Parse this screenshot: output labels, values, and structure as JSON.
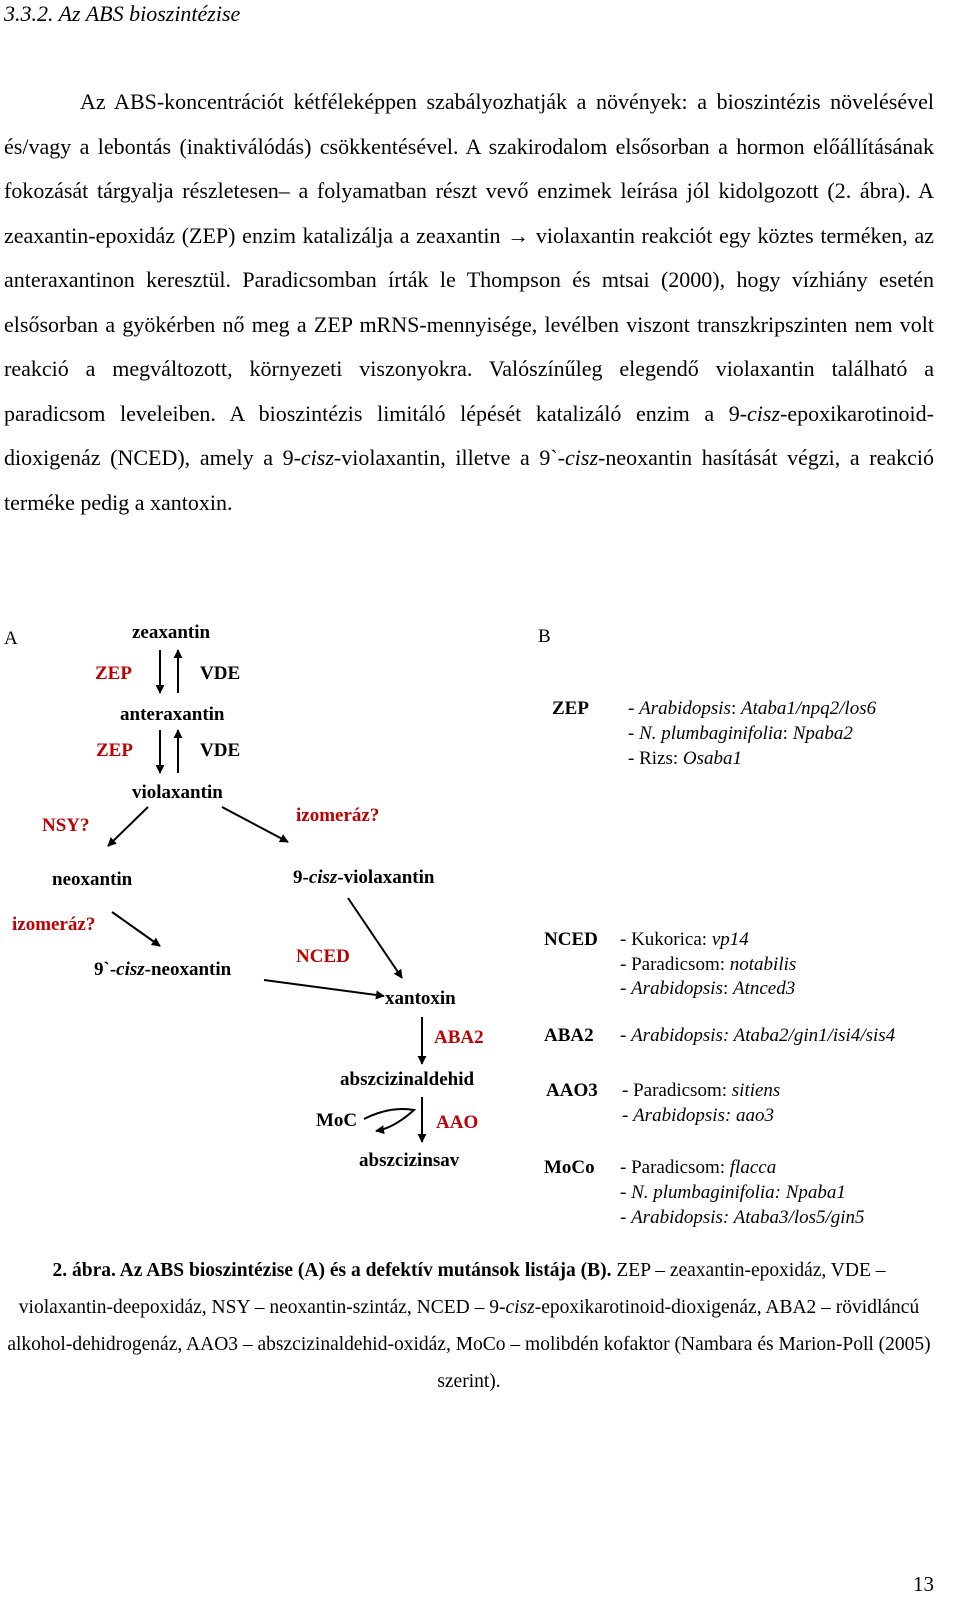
{
  "heading": "3.3.2. Az ABS bioszintézise",
  "paragraph": [
    {
      "t": "Az ABS-koncentrációt kétféleképpen szabályozhatják a növények: a bioszintézis növelésével és/vagy a lebontás (inaktiválódás) csökkentésével. A szakirodalom elsősorban a hormon előállításának fokozását tárgyalja részletesen– a folyamatban részt vevő enzimek leírása jól kidolgozott (2. ábra). A zeaxantin-epoxidáz (ZEP) enzim katalizálja a zeaxantin → violaxantin reakciót egy köztes terméken, az anteraxantinon keresztül. Paradicsomban írták le Thompson és mtsai (2000), hogy vízhiány esetén elsősorban a gyökérben nő meg a ZEP mRNS-mennyisége, levélben viszont transzkripszinten nem volt reakció a megváltozott, környezeti viszonyokra. Valószínűleg elegendő violaxantin található a paradicsom leveleiben. A bioszintézis limitáló lépését katalizáló enzim a 9-",
      "i": false
    },
    {
      "t": "cisz",
      "i": true
    },
    {
      "t": "-epoxikarotinoid-dioxigenáz (NCED), amely a 9-",
      "i": false
    },
    {
      "t": "cisz",
      "i": true
    },
    {
      "t": "-violaxantin, illetve a 9`-",
      "i": false
    },
    {
      "t": "cisz",
      "i": true
    },
    {
      "t": "-neoxantin hasítását végzi, a reakció terméke pedig a xantoxin.",
      "i": false
    }
  ],
  "figure": {
    "panel_a": "A",
    "panel_b": "B",
    "pathway": {
      "zeaxantin": "zeaxantin",
      "zep": "ZEP",
      "vde": "VDE",
      "anteraxantin": "anteraxantin",
      "violaxantin": "violaxantin",
      "nsy": "NSY?",
      "izomeraz": "izomeráz?",
      "neoxantin": "neoxantin",
      "cis_vio_pre": "9-",
      "cis_vio_it": "cisz",
      "cis_vio_post": "-violaxantin",
      "cis_neo_pre": "9`-",
      "cis_neo_it": "cisz",
      "cis_neo_post": "-neoxantin",
      "nced": "NCED",
      "xantoxin": "xantoxin",
      "aba2": "ABA2",
      "abszcizinaldehid": "abszcizinaldehid",
      "moc": "MoC",
      "aao": "AAO",
      "abszcizinsav": "abszcizinsav"
    },
    "mutants": {
      "zep_label": "ZEP",
      "zep_1_a": "- ",
      "zep_1_b": "Arabidopsis",
      "zep_1_c": ": ",
      "zep_1_d": "Ataba1/npq2/los6",
      "zep_2_a": "- ",
      "zep_2_b": "N. plumbaginifolia",
      "zep_2_c": ": ",
      "zep_2_d": "Npaba2",
      "zep_3_a": "- Rizs: ",
      "zep_3_b": "Osaba1",
      "nced_label": "NCED",
      "nced_1_a": "- Kukorica: ",
      "nced_1_b": "vp14",
      "nced_2_a": "- Paradicsom: ",
      "nced_2_b": "notabilis",
      "nced_3_a": "- ",
      "nced_3_b": "Arabidopsis",
      "nced_3_c": ": ",
      "nced_3_d": "Atnced3",
      "aba2_label": "ABA2",
      "aba2_1_a": "- ",
      "aba2_1_b": "Arabidopsis: Ataba2/gin1/isi4/sis4",
      "aao3_label": "AAO3",
      "aao3_1_a": "- Paradicsom: ",
      "aao3_1_b": "sitiens",
      "aao3_2_a": "- ",
      "aao3_2_b": "Arabidopsis: aao3",
      "moco_label": "MoCo",
      "moco_1_a": "- Paradicsom: ",
      "moco_1_b": "flacca",
      "moco_2_a": "- ",
      "moco_2_b": "N. plumbaginifolia: Npaba1",
      "moco_3_a": "- ",
      "moco_3_b": "Arabidopsis: Ataba3/los5/gin5"
    }
  },
  "caption": [
    {
      "t": "2. ábra. Az ABS bioszintézise (A) és a defektív mutánsok listája (B).",
      "s": "b"
    },
    {
      "t": " ZEP – zeaxantin-epoxidáz, VDE – violaxantin-deepoxidáz, NSY – neoxantin-szintáz, NCED – 9-",
      "s": "n"
    },
    {
      "t": "cisz",
      "s": "i"
    },
    {
      "t": "-epoxikarotinoid-dioxigenáz, ABA2 – rövidláncú alkohol-dehidrogenáz, AAO3 – abszcizinaldehid-oxidáz, MoCo – molibdén kofaktor (Nambara és Marion-Poll (2005) szerint).",
      "s": "n"
    }
  ],
  "page_number": "13"
}
